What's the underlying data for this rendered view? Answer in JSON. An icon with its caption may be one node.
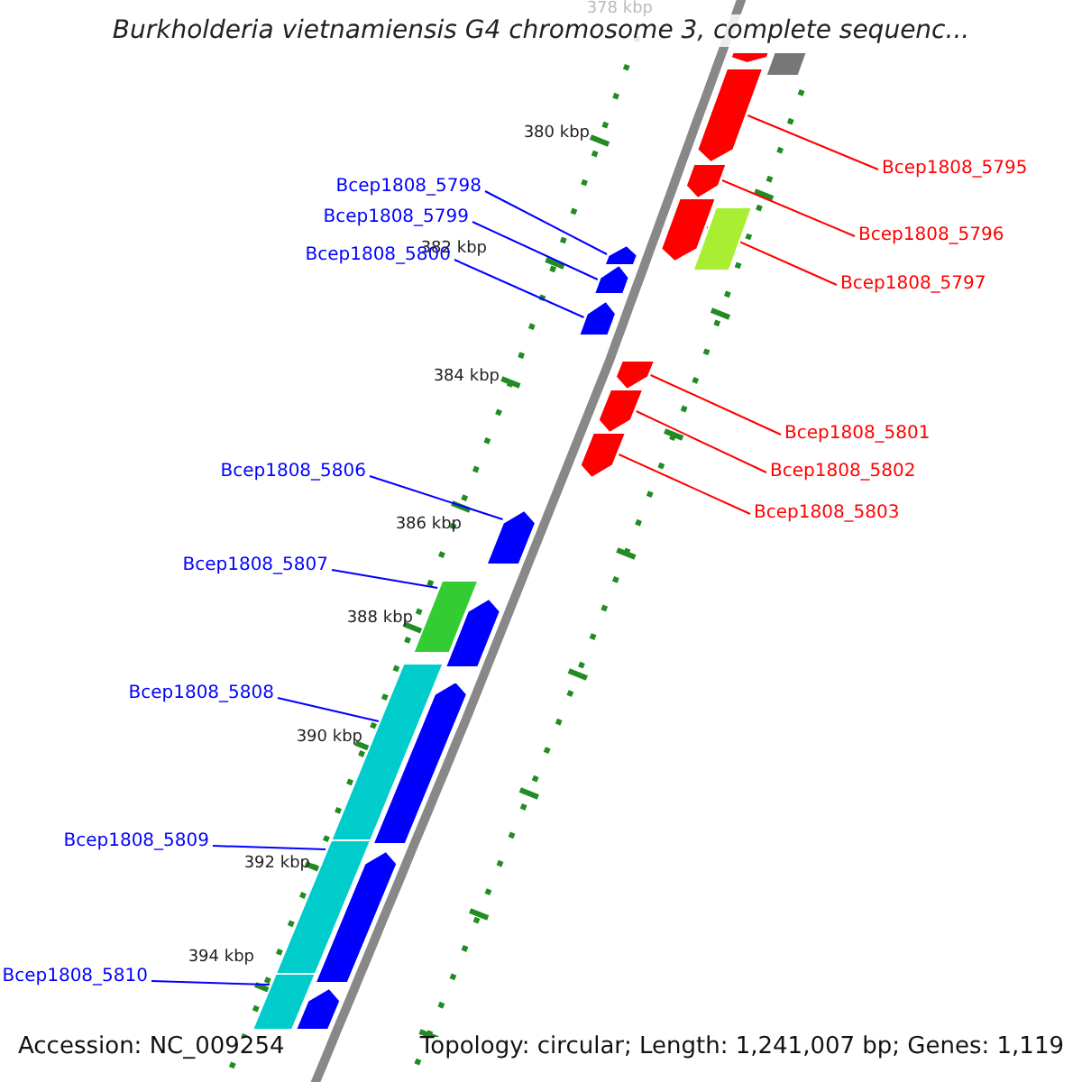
{
  "diagram": {
    "title": "Burkholderia vietnamiensis G4 chromosome 3, complete sequenc...",
    "nodes": [
      {
        "text": [
          "Bcep1808_5795"
        ]
      },
      {
        "text": [
          "Bcep1808_5798"
        ]
      },
      {
        "text": [
          "Bcep1808_5799"
        ]
      },
      {
        "text": [
          "Bcep1808_5796"
        ]
      },
      {
        "text": [
          "Bcep1808_5800"
        ]
      },
      {
        "text": [
          "Bcep1808_5797"
        ]
      },
      {
        "text": [
          "Bcep1808_5801"
        ]
      },
      {
        "text": [
          "Bcep1808_5802"
        ]
      },
      {
        "text": [
          "Bcep1808_5806"
        ]
      },
      {
        "text": [
          "Bcep1808_5803"
        ]
      },
      {
        "text": [
          "Bcep1808_5807"
        ]
      },
      {
        "text": [
          "Bcep1808_5808"
        ]
      },
      {
        "text": [
          "Bcep1808_5809"
        ]
      },
      {
        "text": [
          "Bcep1808_5810"
        ]
      },
      {
        "text": [],
        "shape": "arrow"
      },
      {
        "text": [],
        "shape": "arrow"
      },
      {
        "text": [],
        "shape": "arrow"
      },
      {
        "text": [],
        "shape": "arrow"
      },
      {
        "text": [],
        "shape": "arrow"
      },
      {
        "text": [],
        "shape": "arrow"
      },
      {
        "text": [],
        "shape": "arrow"
      },
      {
        "text": [],
        "shape": "arrow"
      },
      {
        "text": [],
        "shape": "arrow"
      },
      {
        "text": [],
        "shape": "arrow"
      },
      {
        "text": [],
        "shape": "bar"
      },
      {
        "text": [],
        "shape": "bar"
      },
      {
        "text": [],
        "shape": "bar"
      },
      {
        "text": [],
        "shape": "bar"
      },
      {
        "text": [],
        "shape": "arrow"
      },
      {
        "text": [],
        "shape": "bar"
      },
      {
        "text": [],
        "shape": "bar"
      },
      {
        "text": [],
        "shape": "arrow"
      },
      {
        "text": [],
        "shape": "arrow"
      },
      {
        "text": [],
        "shape": "arrow"
      },
      {
        "text": [],
        "shape": "arrow"
      }
    ],
    "edges": [
      {
        "from": 0,
        "to": 14,
        "arrow": "none",
        "color": "#ff0000"
      },
      {
        "from": 1,
        "to": 15,
        "arrow": "none"
      },
      {
        "from": 2,
        "to": 16,
        "arrow": "none"
      },
      {
        "from": 3,
        "to": 17,
        "arrow": "none",
        "color": "#ff0000"
      },
      {
        "from": 4,
        "to": 18,
        "arrow": "none"
      },
      {
        "from": 5,
        "to": 19,
        "arrow": "none",
        "color": "#ff0000"
      },
      {
        "from": 6,
        "to": 20,
        "arrow": "none",
        "color": "#ff0000"
      },
      {
        "from": 7,
        "to": 21,
        "arrow": "none",
        "color": "#ff0000"
      },
      {
        "from": 8,
        "to": 22,
        "arrow": "none"
      },
      {
        "from": 9,
        "to": 23,
        "arrow": "none",
        "color": "#ff0000"
      },
      {
        "from": 10,
        "to": 24,
        "arrow": "none"
      },
      {
        "from": 11,
        "to": 25,
        "arrow": "none"
      },
      {
        "from": 12,
        "to": 26,
        "arrow": "none"
      },
      {
        "from": 13,
        "to": 27,
        "arrow": "none"
      }
    ],
    "labels": [
      "378 kbp",
      "380 kbp",
      "382 kbp",
      "384 kbp",
      "386 kbp",
      "388 kbp",
      "390 kbp",
      "392 kbp",
      "394 kbp",
      "Accession: NC_009254",
      "Topology: circular; Length: 1,241,007 bp; Genes: 1,119"
    ]
  }
}
